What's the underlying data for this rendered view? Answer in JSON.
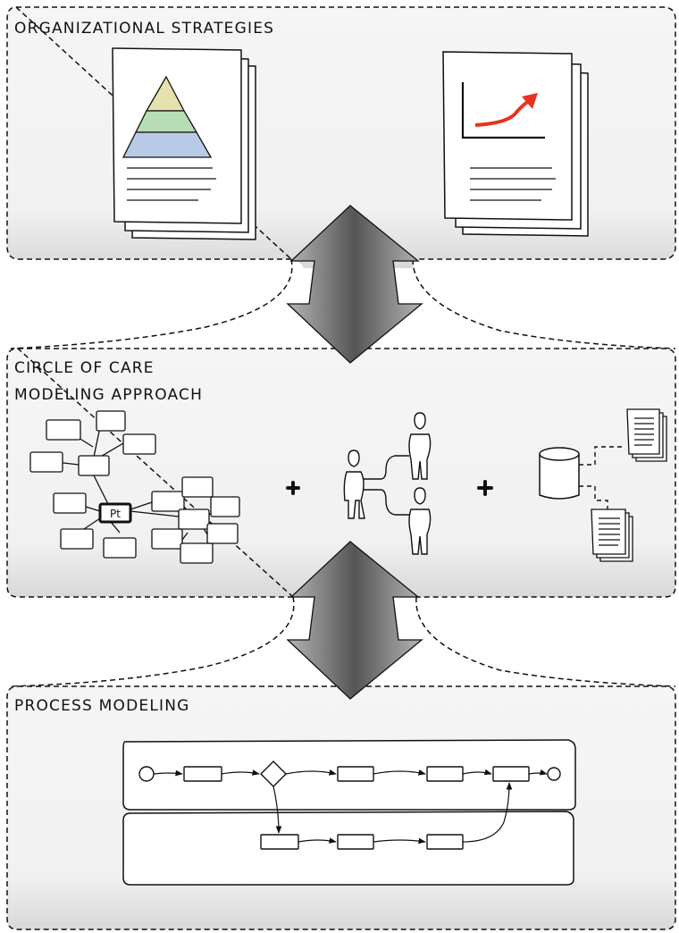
{
  "sections": {
    "strategies": {
      "title": "ORGANIZATIONAL STRATEGIES"
    },
    "circle_of_care": {
      "title_line1": "CIRCLE OF CARE",
      "title_line2": "MODELING APPROACH"
    },
    "process": {
      "title": "PROCESS MODELING"
    }
  },
  "network": {
    "center_label": "Pt"
  },
  "colors": {
    "pyramid_top": "#e6e2b0",
    "pyramid_mid": "#b6ddb6",
    "pyramid_base": "#b7cbe6",
    "trend_arrow": "#e8321c"
  },
  "icons": [
    "pyramid-document-icon",
    "chart-document-icon",
    "double-arrow-icon",
    "person-icon",
    "database-icon",
    "document-stack-icon",
    "plus-icon"
  ]
}
